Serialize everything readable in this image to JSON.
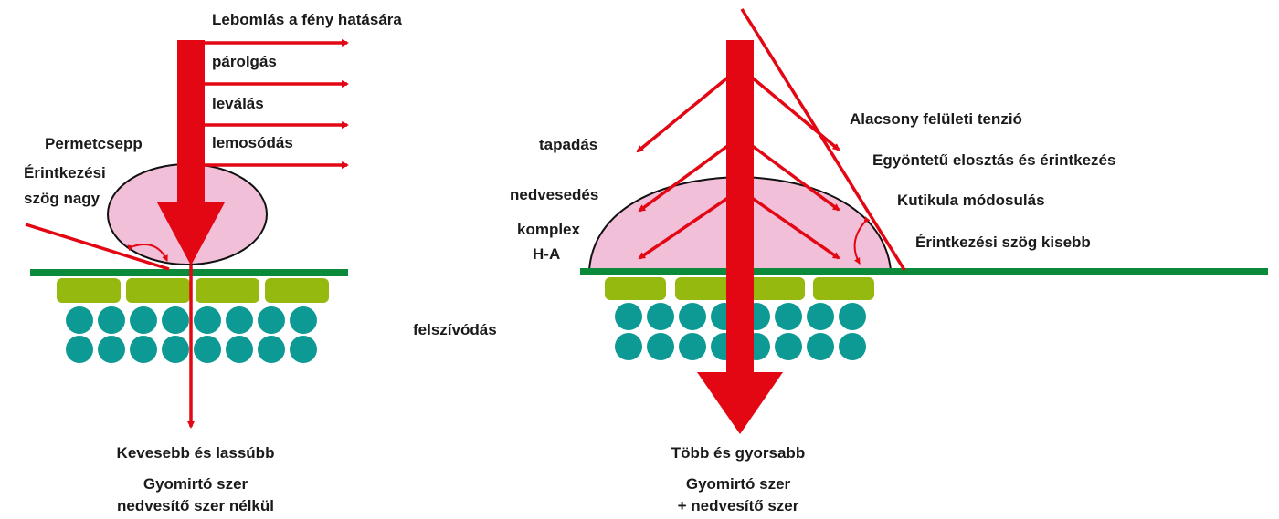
{
  "left_panel": {
    "top_label": "Lebomlás a fény hatására",
    "loss_labels": [
      "párolgás",
      "leválás",
      "lemosódás"
    ],
    "droplet_label": "Permetcsepp",
    "contact_angle_label_1": "Érintkezési",
    "contact_angle_label_2": "szög nagy",
    "result_label": "Kevesebb és lassúbb",
    "caption_line_1": "Gyomirtó szer",
    "caption_line_2": "nedvesítő szer nélkül"
  },
  "center_label": "felszívódás",
  "right_panel": {
    "left_labels": {
      "adhesion": "tapadás",
      "wetting": "nedvesedés",
      "complex_1": "komplex",
      "complex_2": "H-A"
    },
    "right_labels": {
      "tension": "Alacsony felületi tenzió",
      "distribution": "Egyöntetű elosztás és érintkezés",
      "cuticle": "Kutikula módosulás",
      "angle": "Érintkezési szög kisebb"
    },
    "result_label": "Több és gyorsabb",
    "caption_line_1": "Gyomirtó szer",
    "caption_line_2": "+ nedvesítő szer"
  },
  "colors": {
    "arrow_red": "#e30613",
    "leaf_green": "#0a8a3a",
    "cuticle_lime": "#95b90e",
    "cell_teal": "#0d9a94",
    "droplet_pink": "#f2bfd8",
    "text": "#1a1a1a"
  }
}
